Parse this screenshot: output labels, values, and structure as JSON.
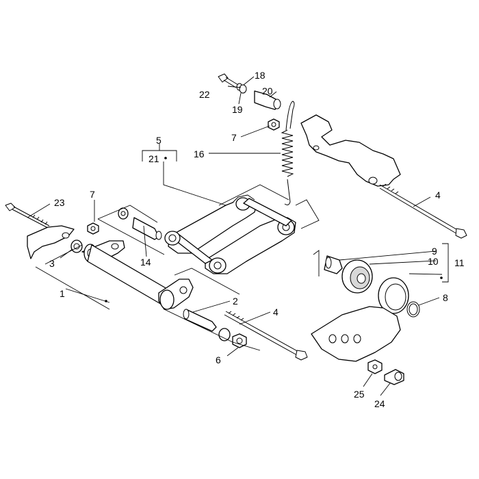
{
  "callouts": {
    "c1": "1",
    "c2": "2",
    "c3": "3",
    "c4a": "4",
    "c4b": "4",
    "c5": "5",
    "c6": "6",
    "c7a": "7",
    "c7b": "7",
    "c8": "8",
    "c9": "9",
    "c10": "10",
    "c11": "11",
    "c14": "14",
    "c16": "16",
    "c18": "18",
    "c19": "19",
    "c20": "20",
    "c21": "21",
    "c22": "22",
    "c23": "23",
    "c24": "24",
    "c25": "25"
  }
}
